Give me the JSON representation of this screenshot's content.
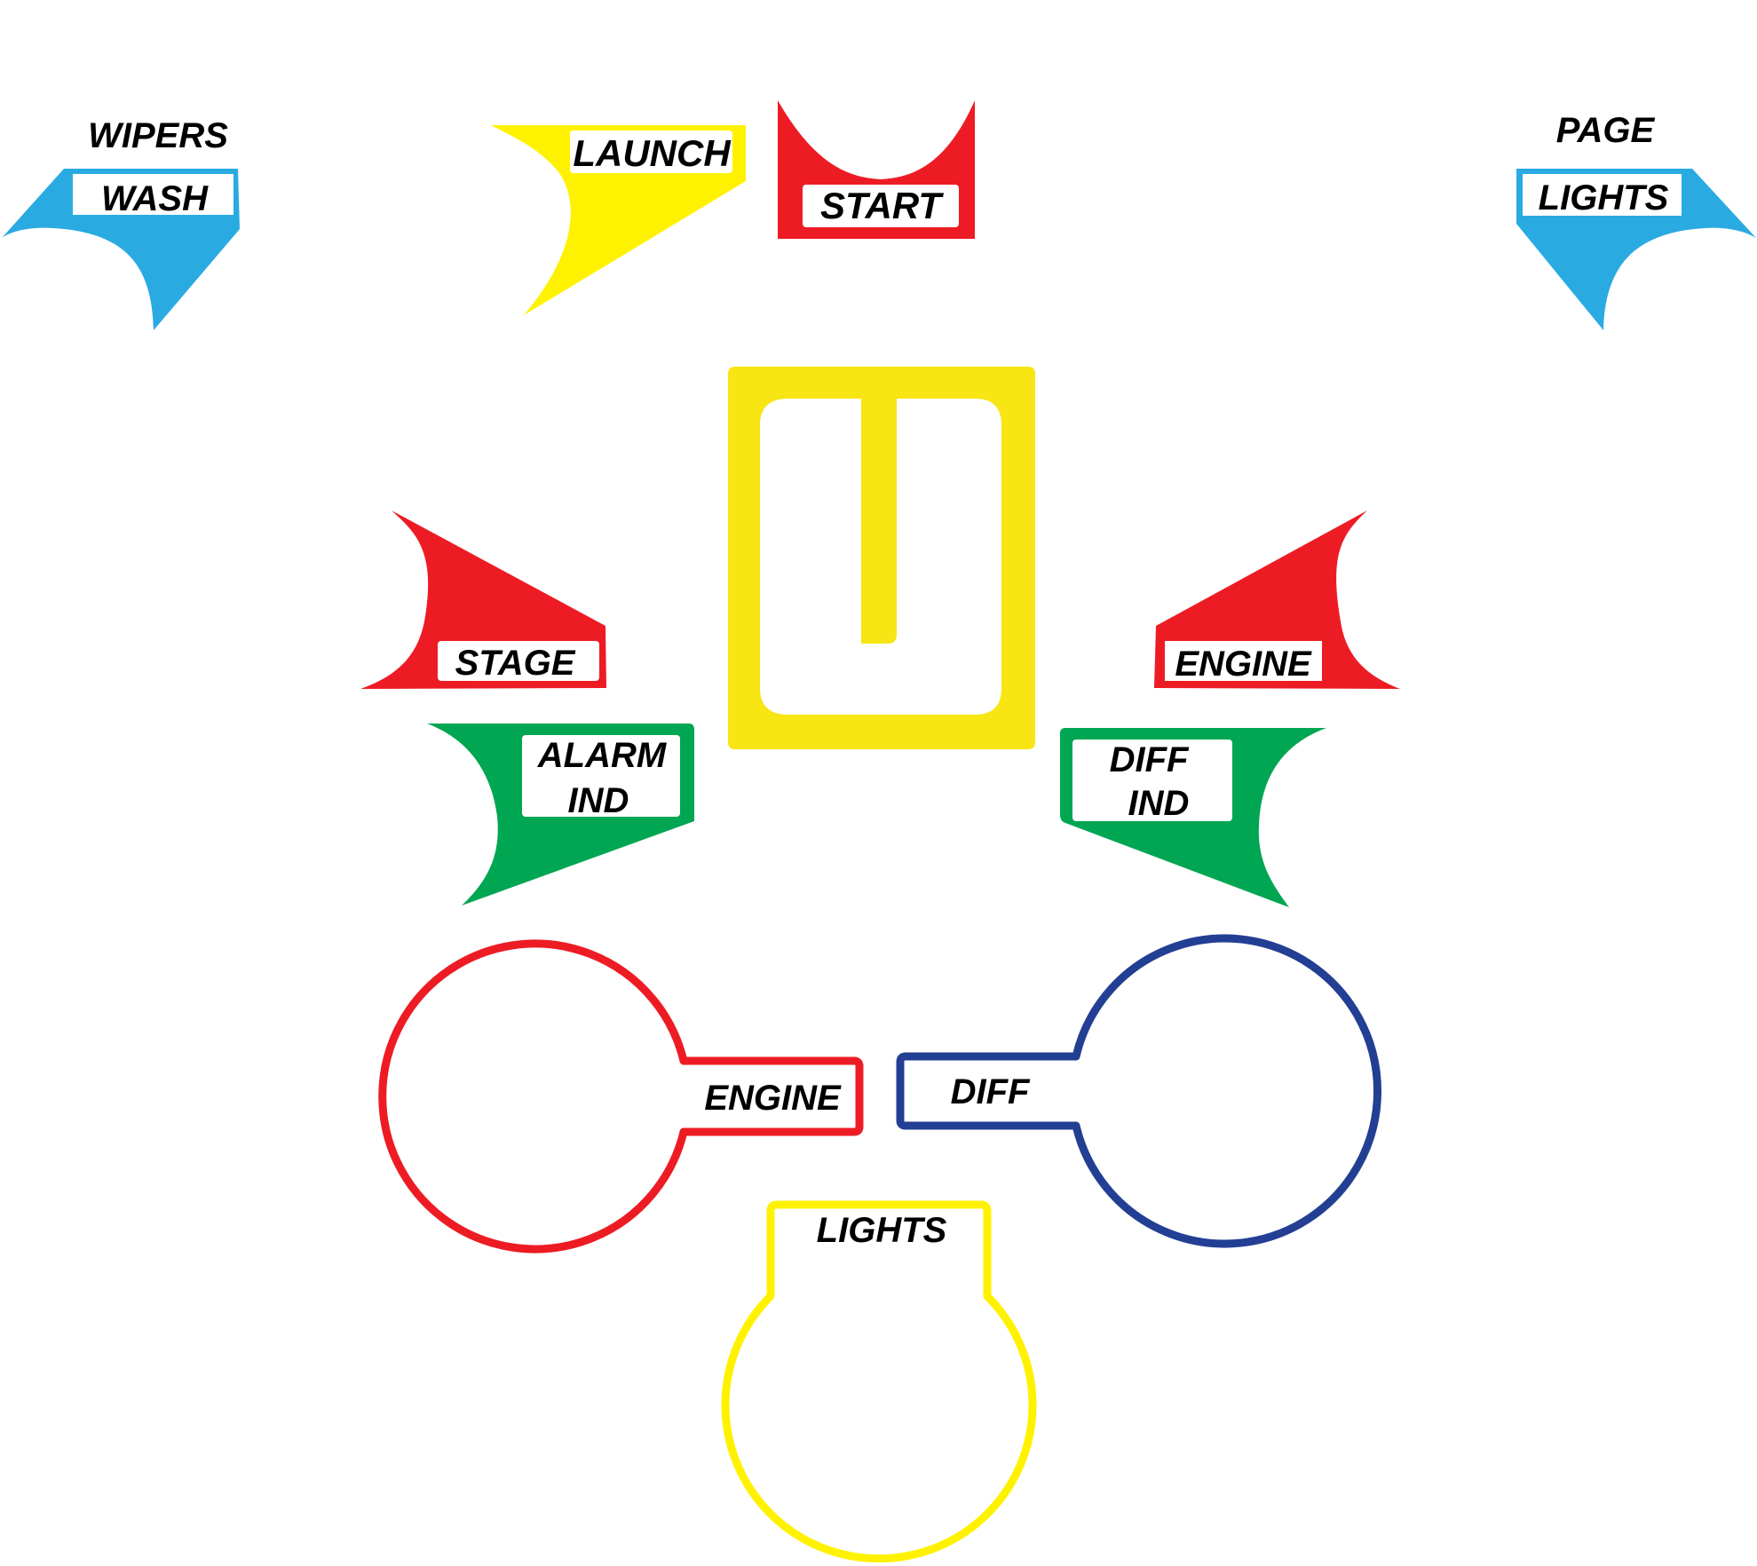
{
  "colors": {
    "blue": "#29abe2",
    "yellow": "#fff200",
    "mustard": "#f7e514",
    "red": "#ed1c24",
    "green": "#00a651",
    "navy": "#233f94",
    "black": "#000000",
    "white": "#ffffff"
  },
  "labels": {
    "wipers_title": "WIPERS",
    "wipers_wash": "WASH",
    "launch": "LAUNCH",
    "start": "START",
    "page_title": "PAGE",
    "page_lights": "LIGHTS",
    "stage": "STAGE",
    "engine_top": "ENGINE",
    "alarm_line1": "ALARM",
    "alarm_line2": "IND",
    "diff_ind_line1": "DIFF",
    "diff_ind_line2": "IND",
    "engine_gauge": "ENGINE",
    "diff_gauge": "DIFF",
    "lights_gauge": "LIGHTS"
  }
}
